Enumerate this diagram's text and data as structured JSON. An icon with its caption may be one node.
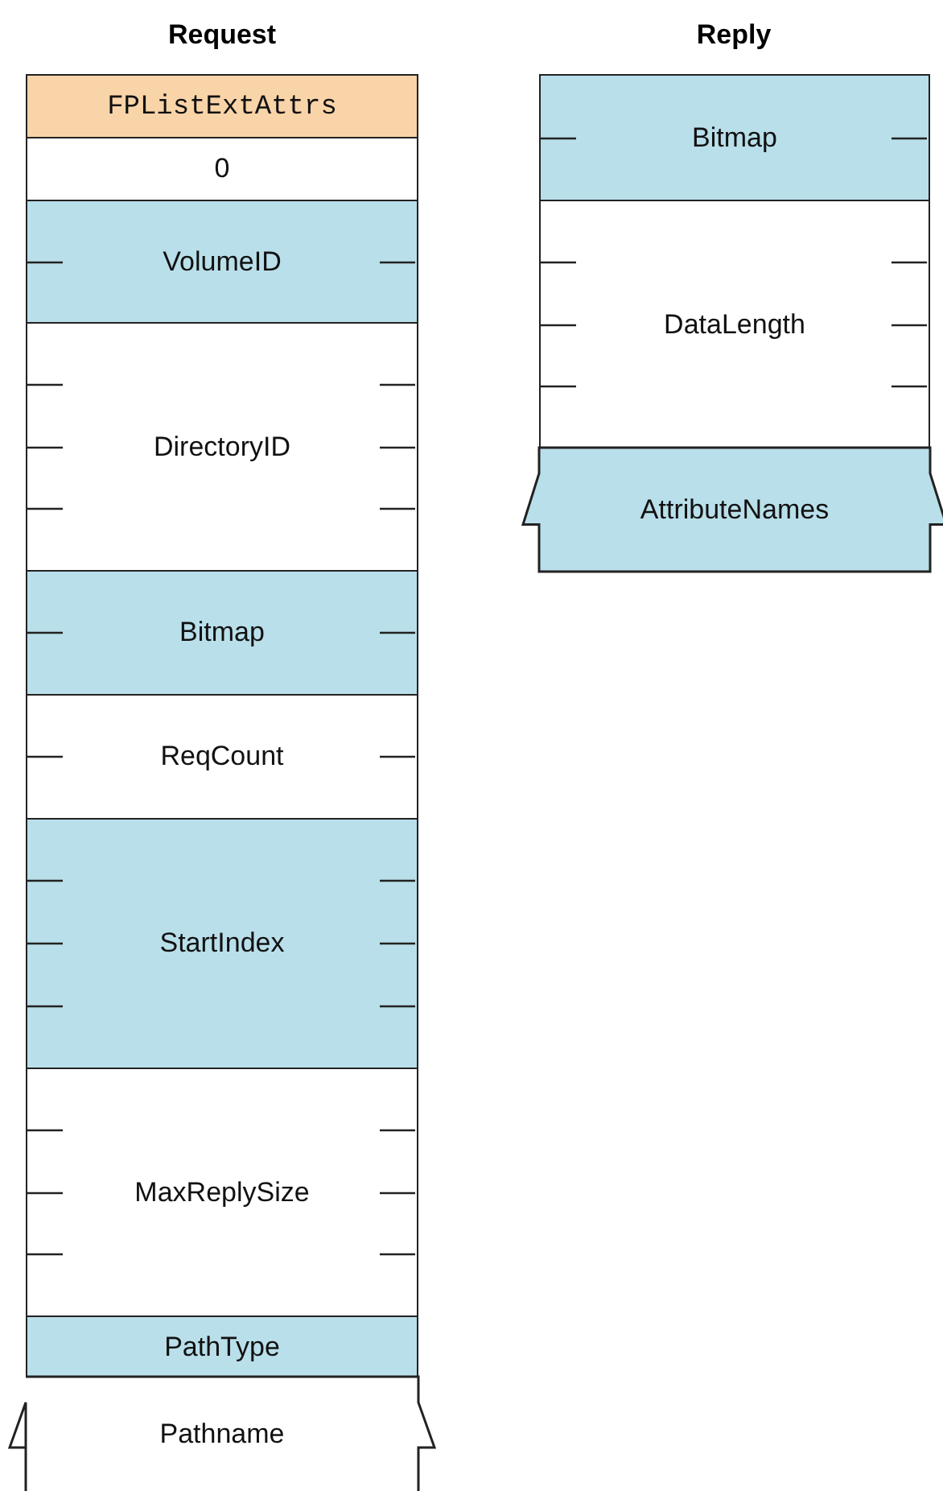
{
  "diagram": {
    "nodes": [
      {
        "text": [
          "FPListExtAttrs"
        ]
      },
      {
        "text": [
          "0"
        ]
      },
      {
        "text": [
          "VolumeID"
        ]
      },
      {
        "text": [
          "DirectoryID"
        ]
      },
      {
        "text": [
          "Bitmap"
        ]
      },
      {
        "text": [
          "ReqCount"
        ]
      },
      {
        "text": [
          "StartIndex"
        ]
      },
      {
        "text": [
          "MaxReplySize"
        ]
      },
      {
        "text": [
          "PathType"
        ]
      },
      {
        "text": [
          "Pathname"
        ]
      },
      {
        "text": [
          "Bitmap"
        ]
      },
      {
        "text": [
          "DataLength"
        ]
      },
      {
        "text": [
          "AttributeNames"
        ]
      }
    ],
    "labels": [
      "Request",
      "Reply"
    ]
  }
}
